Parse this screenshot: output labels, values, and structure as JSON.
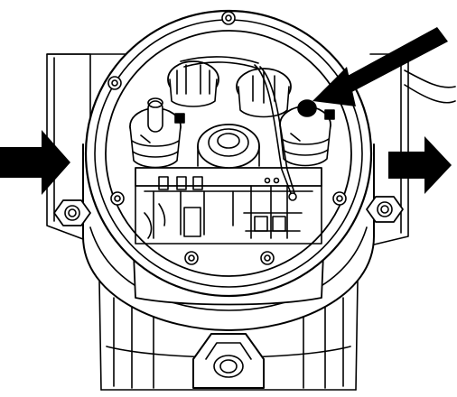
{
  "diagram": {
    "subject": "enclosure-interior-line-drawing",
    "colors": {
      "ink": "#000000",
      "paper": "#ffffff"
    },
    "arrows": [
      {
        "id": "arrow-left-in",
        "icon": "arrow-right-icon"
      },
      {
        "id": "arrow-right-out",
        "icon": "arrow-right-icon"
      },
      {
        "id": "arrow-pointer",
        "icon": "arrow-down-left-icon"
      }
    ]
  }
}
